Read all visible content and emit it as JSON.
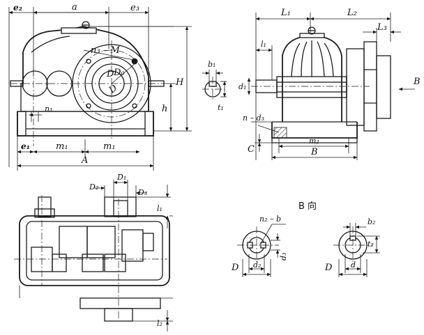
{
  "front_view": {
    "e2": "e₂",
    "a": "a",
    "e3": "e₃",
    "H": "H",
    "h": "h",
    "n3M": "n₃ – M",
    "D": "D",
    "D0": "D₀",
    "D_hole": "D",
    "n1": "n₁",
    "e1": "e₁",
    "m1_left": "m₁",
    "m1_right": "m₁",
    "A": "A"
  },
  "shaft_key_small": {
    "b1": "b₁",
    "t1": "t₁"
  },
  "side_view": {
    "L1": "L₁",
    "L2": "L₂",
    "L3": "L₃",
    "l1": "l₁",
    "d1": "d₁",
    "B_arrow": "B",
    "nd3": "n – d₃",
    "C": "C",
    "m2": "m₂",
    "B": "B"
  },
  "top_view": {
    "D2": "D₂",
    "D1": "D₁",
    "D3": "D₃",
    "l1": "l₁",
    "l2": "l₂"
  },
  "direction_view": {
    "title": "B 向",
    "internal": {
      "n2b": "n₂ – b",
      "d3": "d₃",
      "D": "D",
      "d2": "d₂"
    },
    "shaft": {
      "b2": "b₂",
      "t2": "t₂",
      "D": "D",
      "d": "d"
    }
  }
}
